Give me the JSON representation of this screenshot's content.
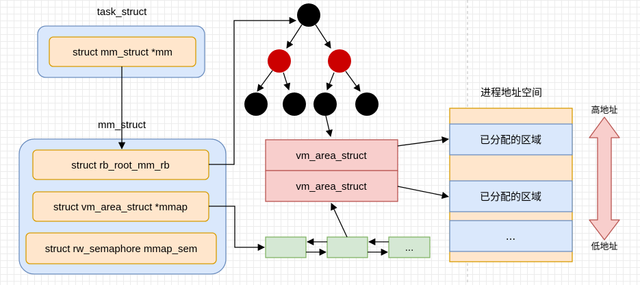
{
  "task_struct": {
    "title": "task_struct",
    "field": "struct mm_struct *mm"
  },
  "mm_struct": {
    "title": "mm_struct",
    "fields": [
      "struct rb_root_mm_rb",
      "struct vm_area_struct *mmap",
      "struct rw_semaphore mmap_sem"
    ]
  },
  "vma_stack": [
    "vm_area_struct",
    "vm_area_struct"
  ],
  "list_nodes": [
    "",
    "",
    "..."
  ],
  "address_space": {
    "title": "进程地址空间",
    "regions": [
      "已分配的区域",
      "已分配的区域",
      "..."
    ],
    "high_label": "高地址",
    "low_label": "低地址"
  },
  "colors": {
    "container_fill": "#dae8fc",
    "container_stroke": "#6c8ebf",
    "field_fill": "#ffe6cc",
    "field_stroke": "#d79b00",
    "vma_fill": "#f8cecc",
    "vma_stroke": "#b85450",
    "list_fill": "#d5e8d4",
    "list_stroke": "#82b366",
    "rb_red": "#cc0000",
    "rb_black": "#000000"
  }
}
